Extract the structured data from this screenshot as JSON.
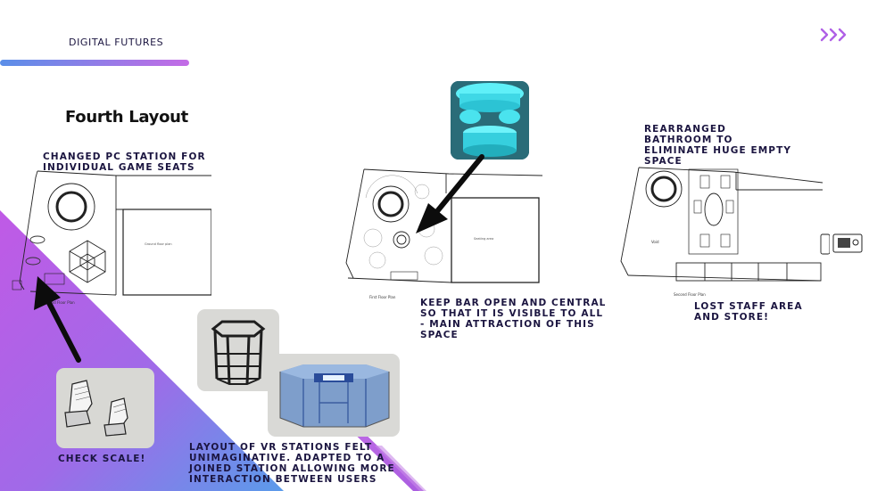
{
  "header": {
    "brand": "DIGITAL FUTURES",
    "accent_gradient": [
      "#5b86e5",
      "#c06be6"
    ],
    "chevrons_icon": "triple-chevron-right-icon"
  },
  "slide_title": "Fourth Layout",
  "colors": {
    "text": "#1b1540",
    "purple": "#b45ce3",
    "blue": "#5b8fe8",
    "bar_cyan": "#3fe6f0"
  },
  "annotations": {
    "pc_station": "CHANGED PC STATION FOR INDIVIDUAL GAME SEATS",
    "check_scale": "CHECK SCALE!",
    "vr_stations": "LAYOUT OF VR STATIONS FELT UNIMAGINATIVE. ADAPTED TO A JOINED STATION ALLOWING MORE INTERACTION BETWEEN USERS",
    "bar": "KEEP BAR OPEN AND CENTRAL SO THAT IT IS VISIBLE TO ALL - MAIN ATTRACTION OF THIS SPACE",
    "bathroom": "REARRANGED BATHROOM TO ELIMINATE HUGE EMPTY SPACE",
    "staff_area": "LOST STAFF AREA AND STORE!"
  },
  "plans": {
    "ground_left_label": "Ground Floor Plan",
    "first_label": "First Floor Plan",
    "second_label": "Second Floor Plan",
    "void_label": "Void"
  }
}
